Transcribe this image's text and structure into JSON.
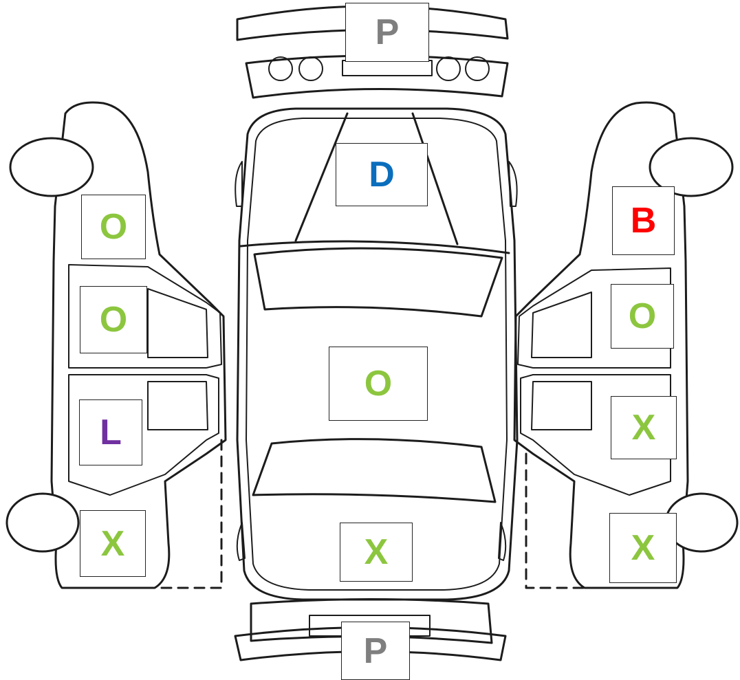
{
  "legend_colors": {
    "O": "#8cc63f",
    "X": "#8cc63f",
    "P": "#7f7f7f",
    "D": "#0a6ebd",
    "B": "#ff0000",
    "L": "#7030a0"
  },
  "markers": {
    "front_bumper": "P",
    "hood": "D",
    "roof": "O",
    "trunk": "X",
    "rear_bumper": "P",
    "left_front_fender": "O",
    "left_front_door": "O",
    "left_rear_door": "L",
    "left_rear_quarter": "X",
    "right_front_fender": "B",
    "right_front_door": "O",
    "right_rear_door": "X",
    "right_rear_quarter": "X"
  }
}
